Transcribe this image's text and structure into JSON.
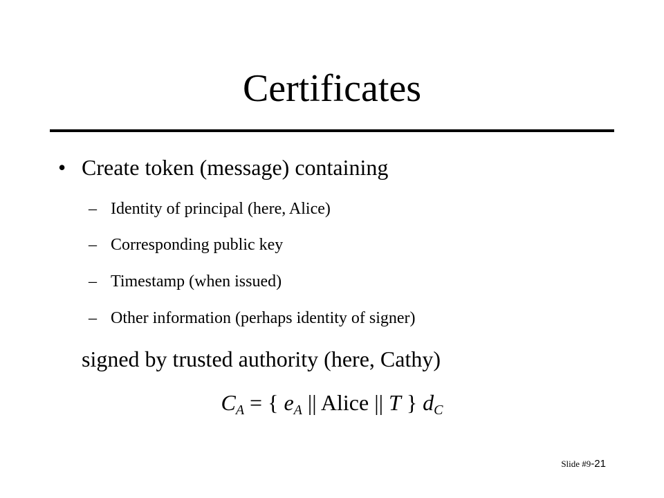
{
  "slide": {
    "title": "Certificates",
    "bullet": {
      "marker": "•",
      "text": "Create token (message) containing"
    },
    "sub_items": [
      {
        "dash": "–",
        "text": "Identity of principal (here, Alice)"
      },
      {
        "dash": "–",
        "text": "Corresponding public key"
      },
      {
        "dash": "–",
        "text": "Timestamp (when issued)"
      },
      {
        "dash": "–",
        "text": "Other information (perhaps identity of signer)"
      }
    ],
    "continuation": "signed by trusted authority (here, Cathy)",
    "formula": {
      "lhs": "C",
      "lhs_sub": "A",
      "eq_open": " = { ",
      "key": "e",
      "key_sub": "A",
      "sep1": " || Alice || ",
      "time": "T",
      "close": " } ",
      "sig": "d",
      "sig_sub": "C"
    },
    "footer": {
      "label": "Slide #9",
      "number": "-21"
    }
  }
}
